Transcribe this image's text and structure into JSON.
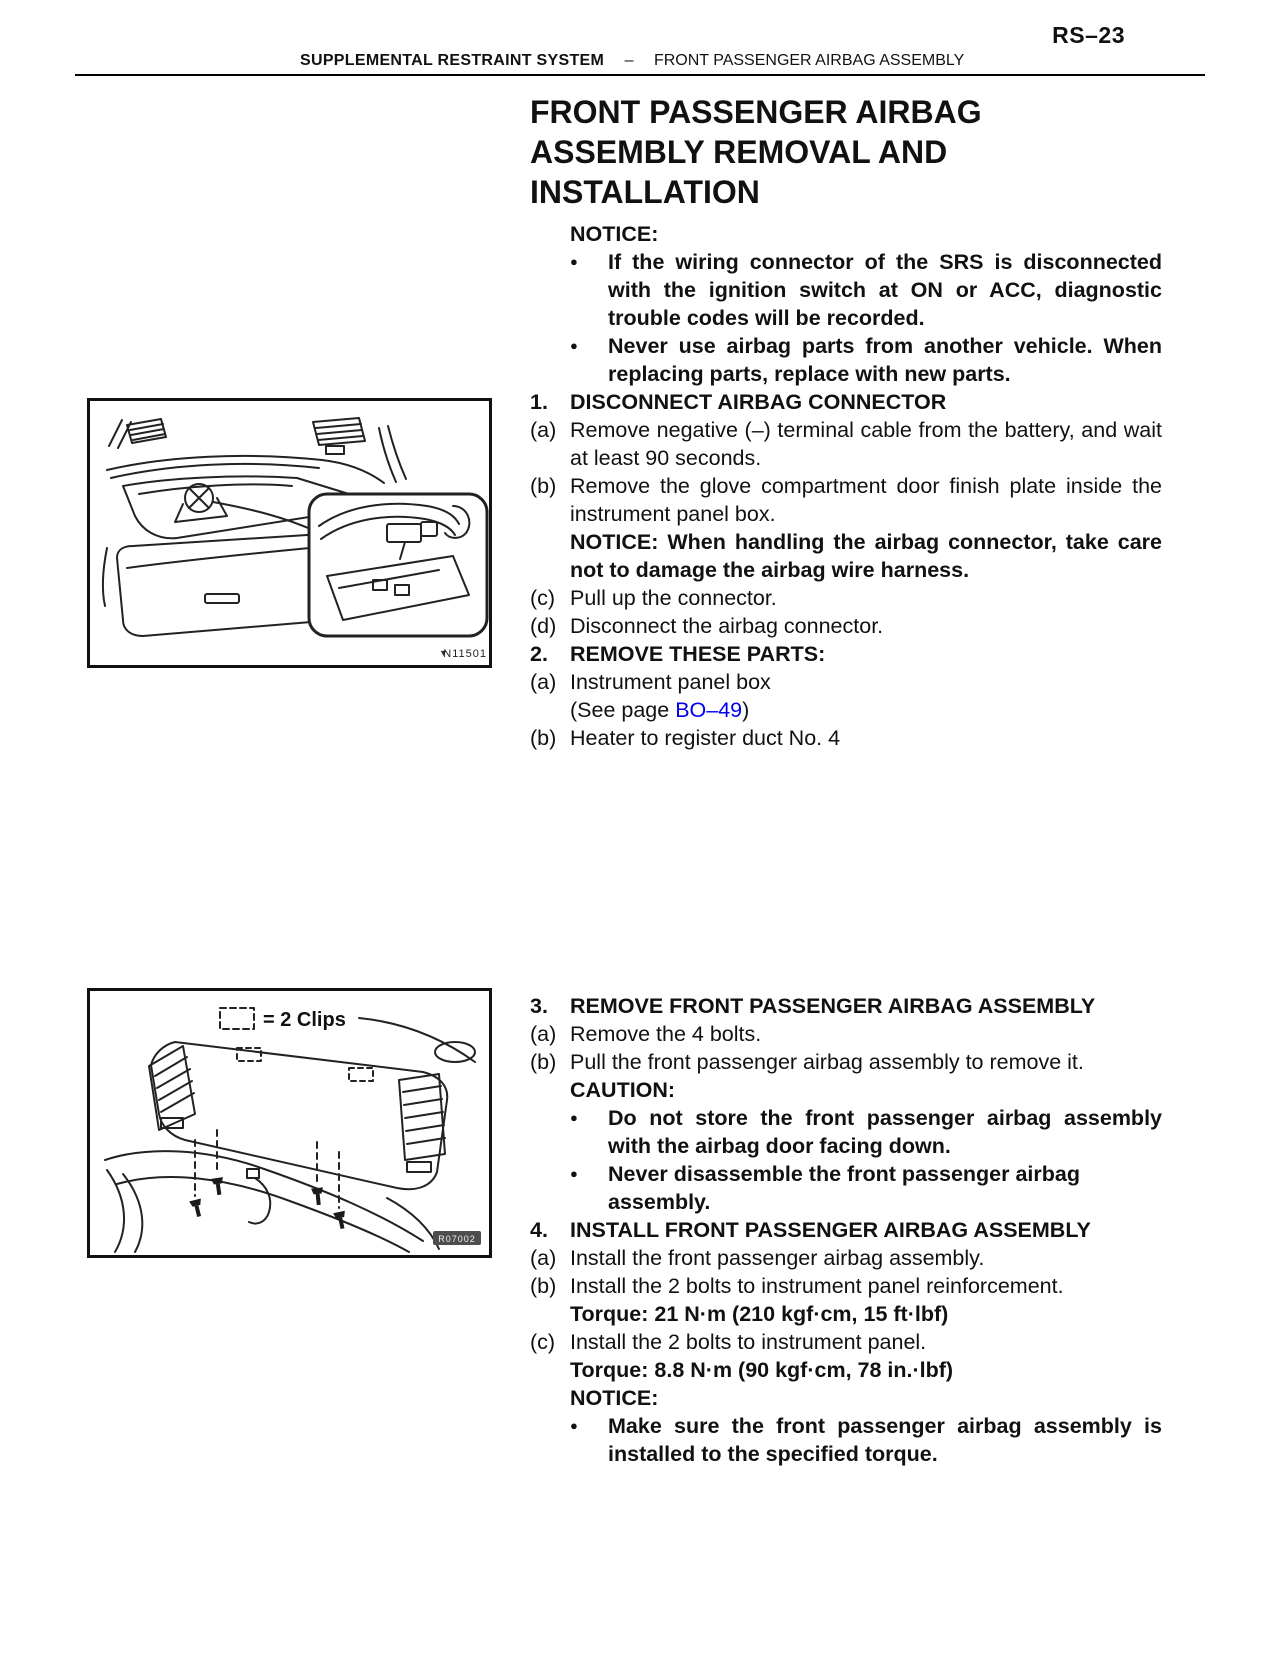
{
  "header": {
    "page_code": "RS–23",
    "section": "SUPPLEMENTAL RESTRAINT SYSTEM",
    "separator": "–",
    "topic": "FRONT PASSENGER AIRBAG ASSEMBLY"
  },
  "title_lines": [
    "FRONT PASSENGER AIRBAG",
    "ASSEMBLY REMOVAL AND",
    "INSTALLATION"
  ],
  "glyphs": {
    "bullet": "●",
    "figure_marker": "▼"
  },
  "colors": {
    "link_blue": "#0000EE",
    "text": "#111111",
    "paper": "#FFFFFF"
  },
  "notice_top": {
    "label": "NOTICE:",
    "bullets": [
      "If the wiring connector of the SRS is disconnected with the ignition switch at ON or ACC, diagnostic trouble codes will be recorded.",
      "Never use airbag parts from another vehicle. When replacing parts, replace with new parts."
    ]
  },
  "step1": {
    "num": "1.",
    "title": "DISCONNECT AIRBAG CONNECTOR",
    "a_label": "(a)",
    "a_text": "Remove negative (–) terminal cable from the battery, and wait at least 90 seconds.",
    "b_label": "(b)",
    "b_text": "Remove the glove compartment door finish plate inside the instrument panel box.",
    "b_notice": "NOTICE: When handling the airbag connector, take care not to damage the airbag wire harness.",
    "c_label": "(c)",
    "c_text": "Pull up the connector.",
    "d_label": "(d)",
    "d_text": "Disconnect the airbag connector."
  },
  "step2": {
    "num": "2.",
    "title": "REMOVE THESE PARTS:",
    "a_label": "(a)",
    "a_text": "Instrument panel box",
    "a_see_prefix": "(See page ",
    "a_see_link": "BO–49",
    "a_see_suffix": ")",
    "b_label": "(b)",
    "b_text": "Heater to register duct No. 4"
  },
  "step3": {
    "num": "3.",
    "title": "REMOVE FRONT PASSENGER AIRBAG ASSEMBLY",
    "a_label": "(a)",
    "a_text": "Remove the 4 bolts.",
    "b_label": "(b)",
    "b_text": "Pull the front passenger airbag assembly to remove it.",
    "caution_label": "CAUTION:",
    "caution_bullets": [
      "Do not store the front passenger airbag assembly with the airbag door facing down.",
      "Never disassemble the front passenger airbag assembly."
    ]
  },
  "step4": {
    "num": "4.",
    "title": "INSTALL FRONT PASSENGER AIRBAG ASSEMBLY",
    "a_label": "(a)",
    "a_text": "Install the front passenger airbag assembly.",
    "b_label": "(b)",
    "b_text": "Install the 2 bolts to instrument panel reinforcement.",
    "b_torque": "Torque: 21 N·m (210 kgf·cm, 15 ft·lbf)",
    "c_label": "(c)",
    "c_text": "Install the 2 bolts to instrument panel.",
    "c_torque": "Torque: 8.8 N·m (90 kgf·cm, 78 in.·lbf)",
    "notice_label": "NOTICE:",
    "notice_bullets": [
      "Make sure the front passenger airbag assembly is installed to the specified torque."
    ]
  },
  "figure1": {
    "code": "N11501"
  },
  "figure2": {
    "legend": "=  2 Clips",
    "code": "R07002"
  }
}
